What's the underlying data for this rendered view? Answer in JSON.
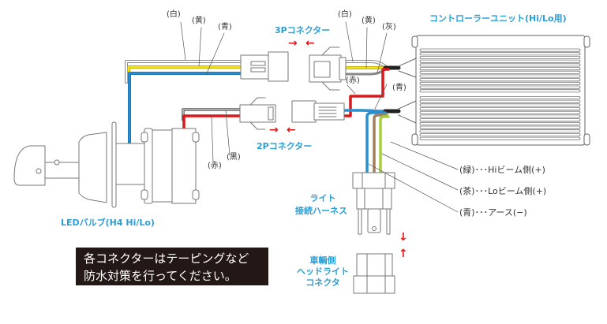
{
  "title": "LED H4 Hi/Lo wiring diagram",
  "components": {
    "controller": "コントローラーユニット(Hi/Lo用)",
    "bulb": "LEDバルブ(H4 Hi/Lo)",
    "connector_3p": "3Pコネクター",
    "connector_2p": "2Pコネクター",
    "harness_line1": "ライト",
    "harness_line2": "接続ハーネス",
    "vehicle_line1": "車輌側",
    "vehicle_line2": "ヘッドライト",
    "vehicle_line3": "コネクタ"
  },
  "wire_labels": {
    "left_white": "(白)",
    "left_yellow": "(黄)",
    "left_blue": "(青)",
    "right_white": "(白)",
    "right_yellow": "(黄)",
    "right_gray": "(灰)",
    "red_ctrl": "(赤)",
    "blue_ctrl": "(青)",
    "red_bulb": "(赤)",
    "black_bulb": "(黒)"
  },
  "legend": [
    {
      "color_label": "(緑)",
      "desc": "･･･Hiビーム側(+)"
    },
    {
      "color_label": "(茶)",
      "desc": "･･･Loビーム側(+)"
    },
    {
      "color_label": "(青)",
      "desc": "･･･アース(−)"
    }
  ],
  "note": {
    "line1": "各コネクターはテーピングなど",
    "line2": "防水対策を行ってください。"
  },
  "arrows": {
    "right": "→",
    "left": "←",
    "down": "↓",
    "up": "↑"
  },
  "colors": {
    "accent_blue": "#2a9fd6",
    "arrow_red": "#d7191c",
    "wire_red": "#d7191c",
    "wire_blue": "#2a8fd0",
    "wire_yellow": "#f2e21b",
    "wire_brown": "#a47e5e",
    "wire_green": "#a5cf3c",
    "wire_black": "#333333",
    "note_bg": "#231815"
  }
}
